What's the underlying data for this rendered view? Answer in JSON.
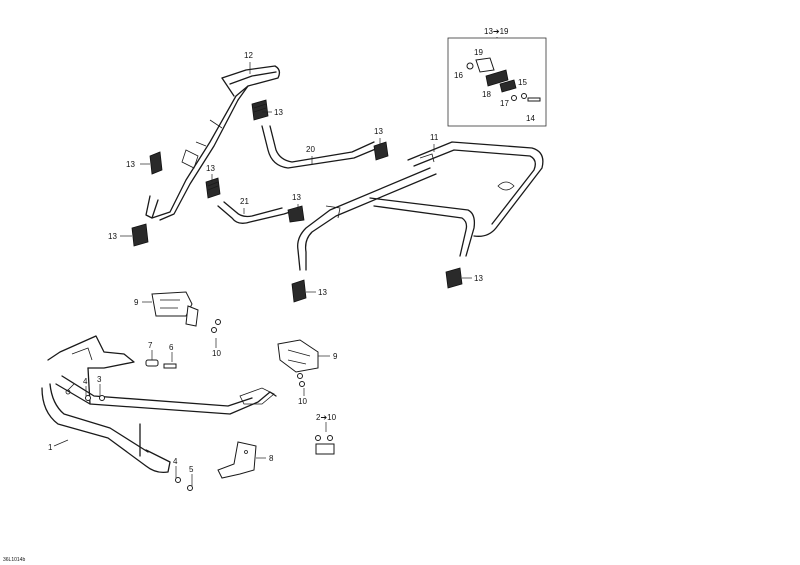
{
  "callouts": {
    "c12": "12",
    "c13a": "13",
    "c13b": "13",
    "c13c": "13",
    "c13d": "13",
    "c13e": "13",
    "c13f": "13",
    "c13g": "13",
    "c13h": "13",
    "c20": "20",
    "c21": "21",
    "c11": "11",
    "c9a": "9",
    "c9b": "9",
    "c10a": "10",
    "c10b": "10",
    "c7": "7",
    "c6": "6",
    "c4a": "4",
    "c3": "3",
    "c1": "1",
    "c4b": "4",
    "c5": "5",
    "c8": "8",
    "c2to10": "2➔10"
  },
  "inset": {
    "title": "13➔19",
    "c19": "19",
    "c16": "16",
    "c18": "18",
    "c15": "15",
    "c17": "17",
    "c14": "14"
  },
  "reference_code": "36L1014b"
}
